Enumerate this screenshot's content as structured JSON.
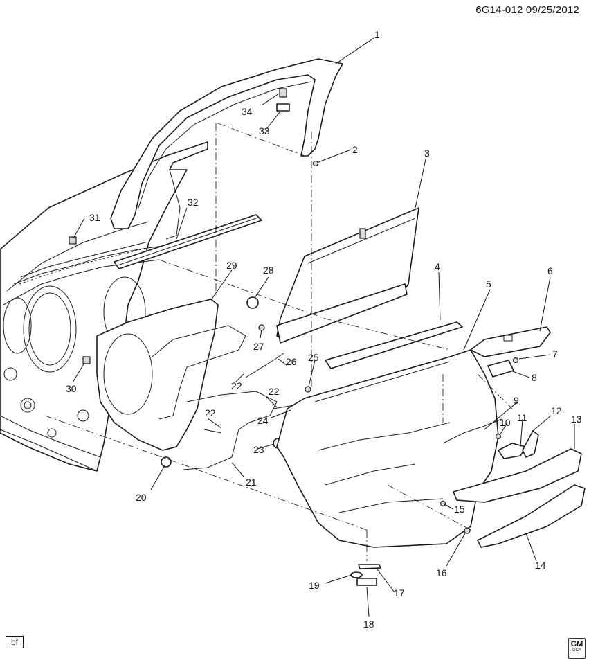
{
  "header": {
    "code": "6G14-012  09/25/2012"
  },
  "footer": {
    "tag": "bf",
    "logo": "GM",
    "logo_sub": "GCA"
  },
  "callouts": [
    {
      "id": "c1",
      "label": "1"
    },
    {
      "id": "c2",
      "label": "2"
    },
    {
      "id": "c3",
      "label": "3"
    },
    {
      "id": "c4",
      "label": "4"
    },
    {
      "id": "c5",
      "label": "5"
    },
    {
      "id": "c6",
      "label": "6"
    },
    {
      "id": "c7",
      "label": "7"
    },
    {
      "id": "c8",
      "label": "8"
    },
    {
      "id": "c9",
      "label": "9"
    },
    {
      "id": "c10",
      "label": "10"
    },
    {
      "id": "c11",
      "label": "11"
    },
    {
      "id": "c12",
      "label": "12"
    },
    {
      "id": "c13",
      "label": "13"
    },
    {
      "id": "c14",
      "label": "14"
    },
    {
      "id": "c15",
      "label": "15"
    },
    {
      "id": "c16",
      "label": "16"
    },
    {
      "id": "c17",
      "label": "17"
    },
    {
      "id": "c18",
      "label": "18"
    },
    {
      "id": "c19",
      "label": "19"
    },
    {
      "id": "c20",
      "label": "20"
    },
    {
      "id": "c21",
      "label": "21"
    },
    {
      "id": "c22a",
      "label": "22"
    },
    {
      "id": "c22b",
      "label": "22"
    },
    {
      "id": "c22c",
      "label": "22"
    },
    {
      "id": "c23",
      "label": "23"
    },
    {
      "id": "c24",
      "label": "24"
    },
    {
      "id": "c25",
      "label": "25"
    },
    {
      "id": "c26",
      "label": "26"
    },
    {
      "id": "c27",
      "label": "27"
    },
    {
      "id": "c28",
      "label": "28"
    },
    {
      "id": "c29",
      "label": "29"
    },
    {
      "id": "c30",
      "label": "30"
    },
    {
      "id": "c31",
      "label": "31"
    },
    {
      "id": "c32",
      "label": "32"
    },
    {
      "id": "c33",
      "label": "33"
    },
    {
      "id": "c34",
      "label": "34"
    }
  ]
}
